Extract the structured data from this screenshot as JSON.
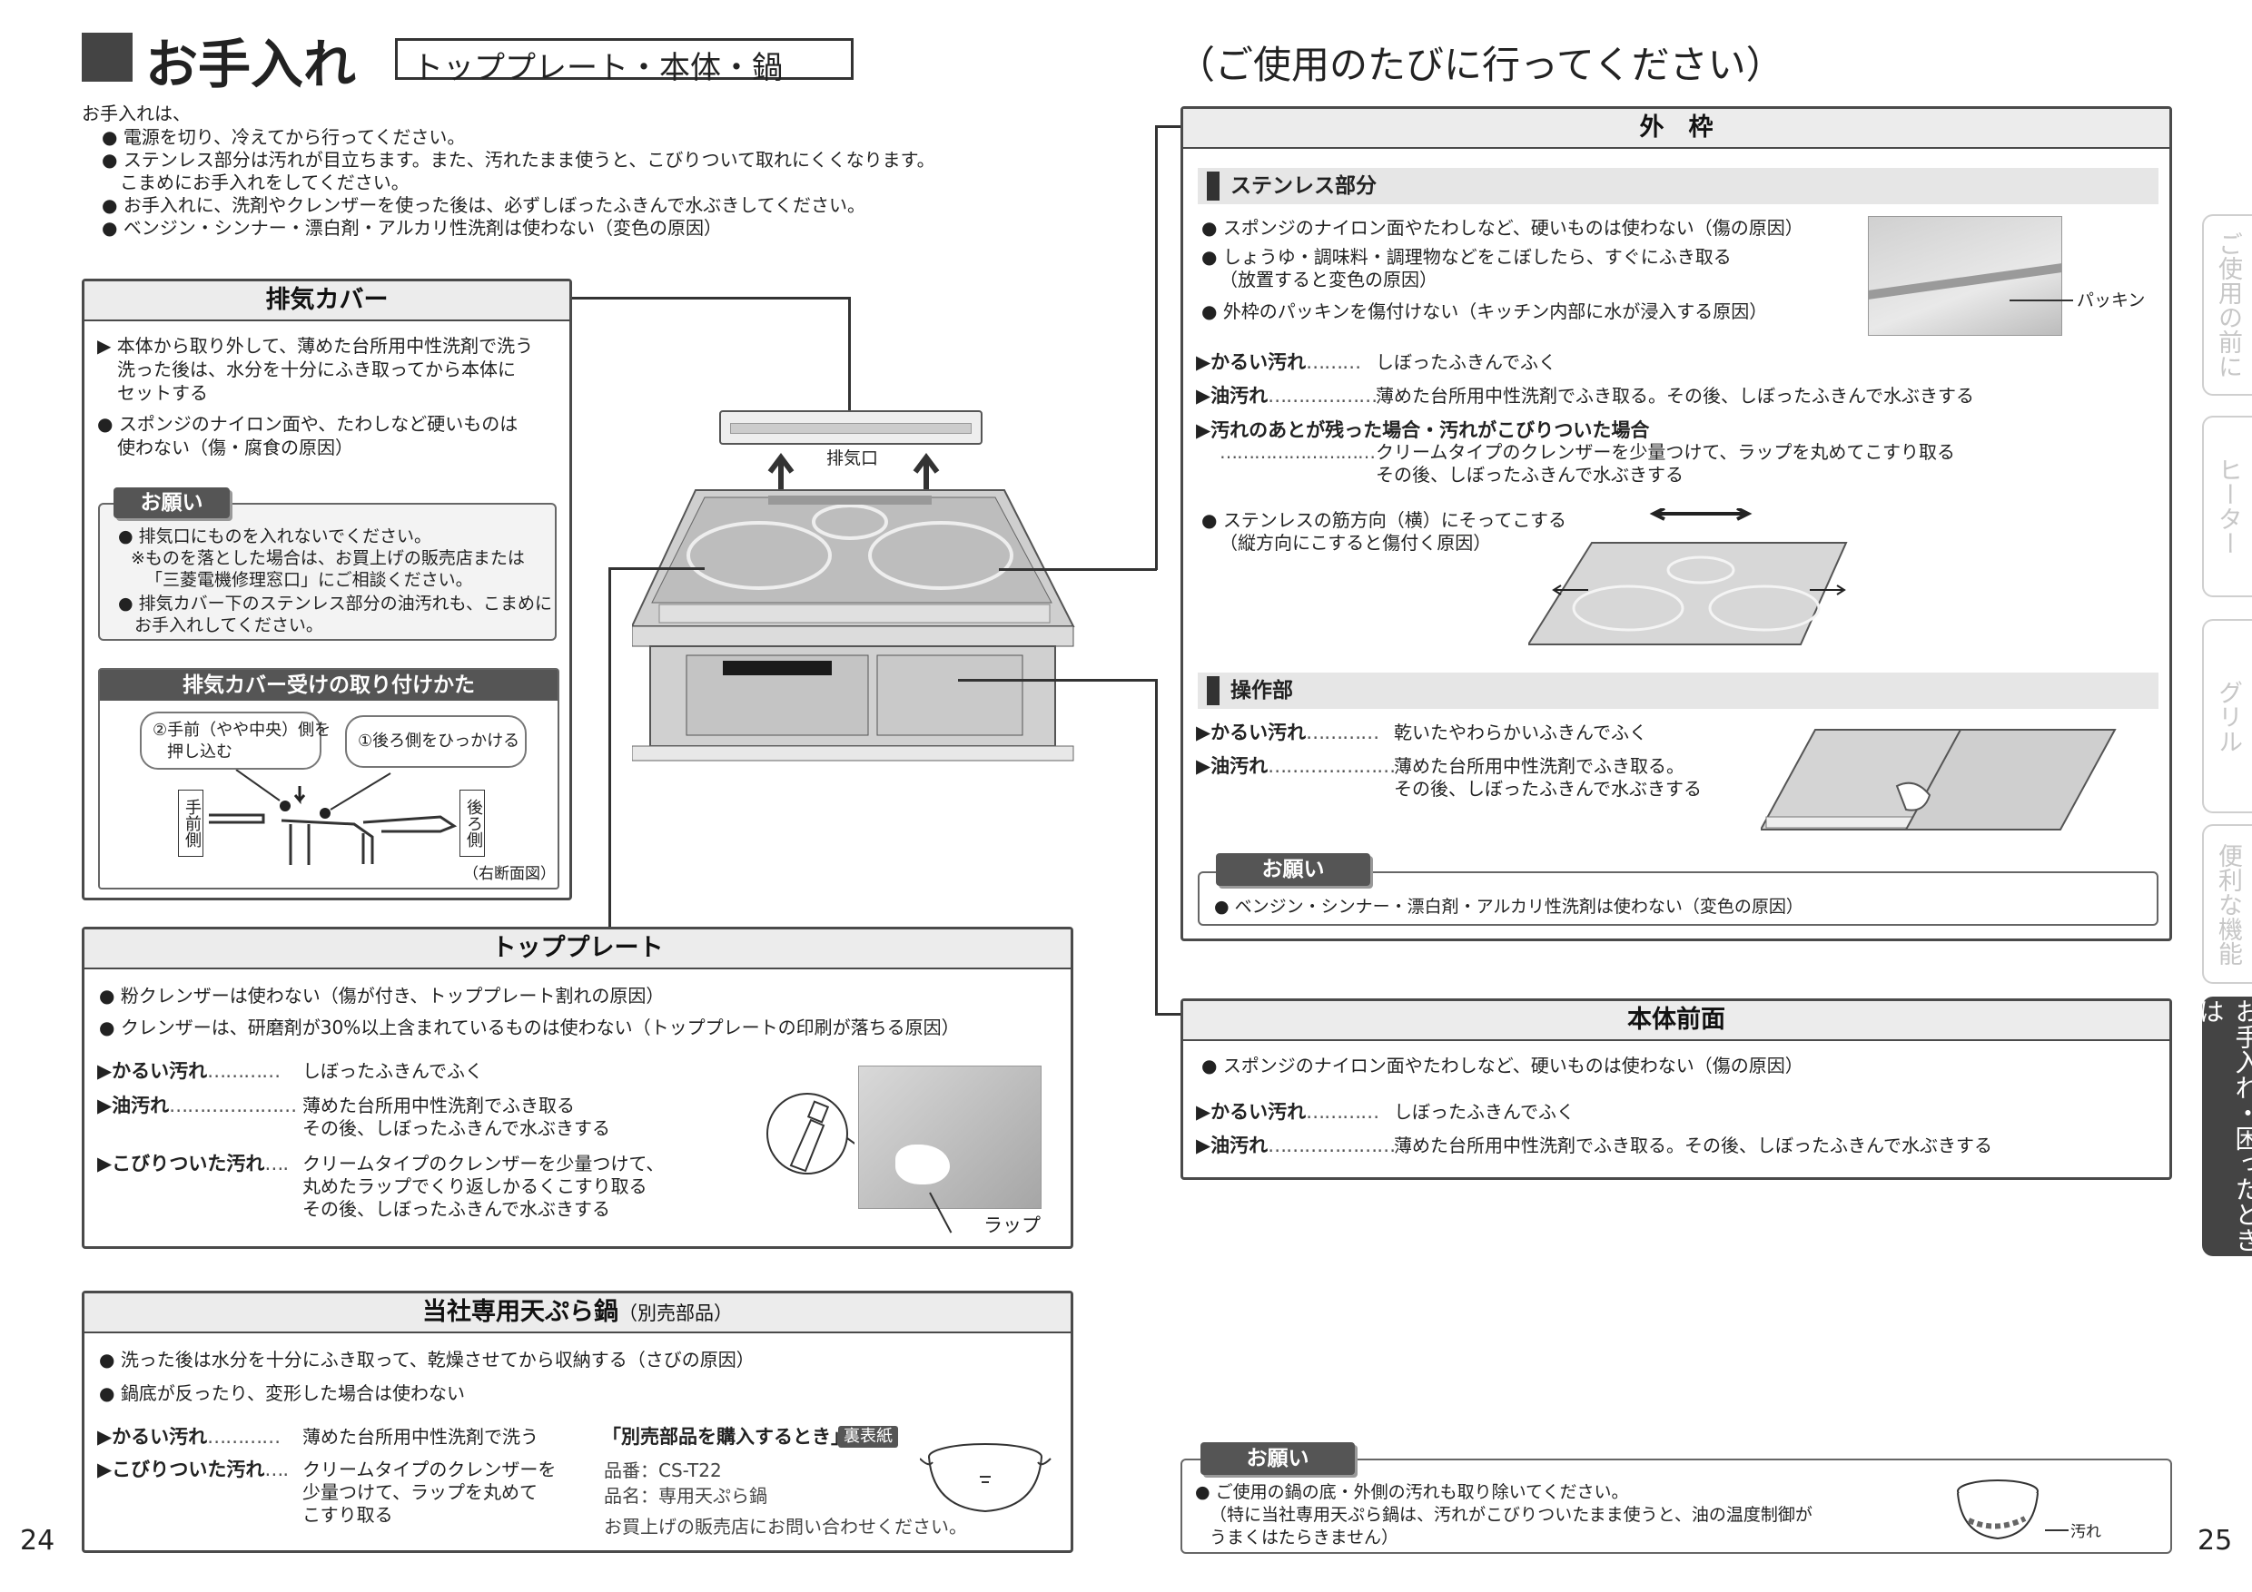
{
  "header": {
    "title": "お手入れ",
    "subtitle_box": "トッププレート・本体・鍋",
    "right_title": "（ご使用のたびに行ってください）"
  },
  "intro": {
    "lead": "お手入れは、",
    "items": [
      "電源を切り、冷えてから行ってください。",
      "ステンレス部分は汚れが目立ちます。また、汚れたまま使うと、こびりついて取れにくくなります。",
      "こまめにお手入れをしてください。",
      "お手入れに、洗剤やクレンザーを使った後は、必ずしぼったふきんで水ぶきしてください。",
      "ベンジン・シンナー・漂白剤・アルカリ性洗剤は使わない（変色の原因）"
    ]
  },
  "exhaust": {
    "title": "排気カバー",
    "b1_l1": "本体から取り外して、薄めた台所用中性洗剤で洗う",
    "b1_l2": "洗った後は、水分を十分にふき取ってから本体に",
    "b1_l3": "セットする",
    "b2_l1": "スポンジのナイロン面や、たわしなど硬いものは",
    "b2_l2": "使わない（傷・腐食の原因）",
    "negai": "お願い",
    "n1": "排気口にものを入れないでください。",
    "n1b_l1": "※ものを落とした場合は、お買上げの販売店または",
    "n1b_l2": "「三菱電機修理窓口」にご相談ください。",
    "n2_l1": "排気カバー下のステンレス部分の油汚れも、こまめに",
    "n2_l2": "お手入れしてください。",
    "attach_title": "排気カバー受けの取り付けかた",
    "step2_l1": "②手前（やや中央）側を",
    "step2_l2": "押し込む",
    "step1": "①後ろ側をひっかける",
    "front": "手前側",
    "back": "後ろ側",
    "section": "（右断面図）"
  },
  "diagram": {
    "exhaust_port": "排気口"
  },
  "topplate": {
    "title": "トッププレート",
    "b1": "粉クレンザーは使わない（傷が付き、トッププレート割れの原因）",
    "b2": "クレンザーは、研磨剤が30%以上含まれているものは使わない（トッププレートの印刷が落ちる原因）",
    "r1_label": "かるい汚れ",
    "r1_dots": "…………",
    "r1_text": "しぼったふきんでふく",
    "r2_label": "油汚れ",
    "r2_dots": "…………………",
    "r2_text_l1": "薄めた台所用中性洗剤でふき取る",
    "r2_text_l2": "その後、しぼったふきんで水ぶきする",
    "r3_label": "こびりついた汚れ",
    "r3_dots": "….",
    "r3_text_l1": "クリームタイプのクレンザーを少量つけて、",
    "r3_text_l2": "丸めたラップでくり返しかるくこすり取る",
    "r3_text_l3": "その後、しぼったふきんで水ぶきする",
    "wrap_label": "ラップ"
  },
  "pot": {
    "title": "当社専用天ぷら鍋",
    "title_note": "（別売部品）",
    "b1_bold": "洗った後は水分を十分にふき取って、乾燥させてから収納する",
    "b1_note": "（さびの原因）",
    "b2": "鍋底が反ったり、変形した場合は使わない",
    "r1_label": "かるい汚れ",
    "r1_dots": "…………",
    "r1_text": "薄めた台所用中性洗剤で洗う",
    "r2_label": "こびりついた汚れ",
    "r2_dots": "….",
    "r2_text_l1": "クリームタイプのクレンザーを",
    "r2_text_l2": "少量つけて、ラップを丸めて",
    "r2_text_l3": "こすり取る",
    "purchase_title": "「別売部品を購入するとき」",
    "purchase_badge": "裏表紙",
    "part_no": "品番：CS-T22",
    "part_name": "品名：専用天ぷら鍋",
    "inquiry": "お買上げの販売店にお問い合わせください。"
  },
  "outer_frame": {
    "title": "外　枠",
    "stainless_head": "ステンレス部分",
    "s1": "スポンジのナイロン面やたわしなど、硬いものは使わない（傷の原因）",
    "s2_l1": "しょうゆ・調味料・調理物などをこぼしたら、すぐにふき取る",
    "s2_l2": "（放置すると変色の原因）",
    "s3": "外枠のパッキンを傷付けない（キッチン内部に水が浸入する原因）",
    "packing_label": "パッキン",
    "r1_label": "かるい汚れ",
    "r1_dots": "………",
    "r1_text": "しぼったふきんでふく",
    "r2_label": "油汚れ",
    "r2_dots": "………………",
    "r2_text": "薄めた台所用中性洗剤でふき取る。その後、しぼったふきんで水ぶきする",
    "r3_label": "汚れのあとが残った場合・汚れがこびりついた場合",
    "r3_dots": "………………………",
    "r3_text_l1": "クリームタイプのクレンザーを少量つけて、ラップを丸めてこすり取る",
    "r3_text_l2": "その後、しぼったふきんで水ぶきする",
    "grain_l1": "ステンレスの筋方向（横）にそってこする",
    "grain_l2": "（縦方向にこすると傷付く原因）",
    "ops_head": "操作部",
    "o1_label": "かるい汚れ",
    "o1_dots": "…………",
    "o1_text": "乾いたやわらかいふきんでふく",
    "o2_label": "油汚れ",
    "o2_dots": "…………………",
    "o2_text_l1": "薄めた台所用中性洗剤でふき取る。",
    "o2_text_l2": "その後、しぼったふきんで水ぶきする",
    "negai": "お願い",
    "negai_text": "ベンジン・シンナー・漂白剤・アルカリ性洗剤は使わない（変色の原因）"
  },
  "front": {
    "title": "本体前面",
    "b1": "スポンジのナイロン面やたわしなど、硬いものは使わない（傷の原因）",
    "r1_label": "かるい汚れ",
    "r1_dots": "…………",
    "r1_text": "しぼったふきんでふく",
    "r2_label": "油汚れ",
    "r2_dots": "…………………",
    "r2_text": "薄めた台所用中性洗剤でふき取る。その後、しぼったふきんで水ぶきする"
  },
  "bottom_negai": {
    "tag": "お願い",
    "l1": "ご使用の鍋の底・外側の汚れも取り除いてください。",
    "l2": "（特に当社専用天ぷら鍋は、汚れがこびりついたまま使うと、油の温度制御が",
    "l3": "うまくはたらきません）",
    "dirt_label": "汚れ"
  },
  "side_tabs": [
    "ご使用の前に",
    "ヒーター",
    "グリル",
    "便利な機能",
    "お手入れ・困ったときは"
  ],
  "pages": {
    "left": "24",
    "right": "25"
  }
}
